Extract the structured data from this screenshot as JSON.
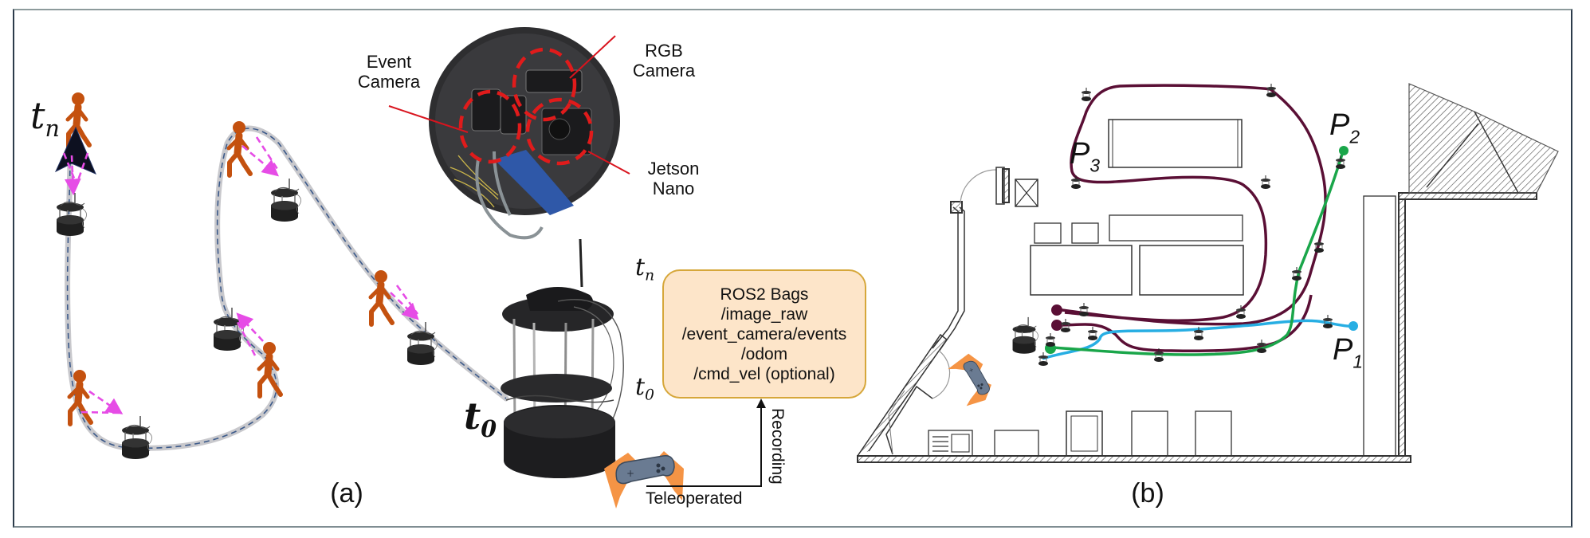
{
  "figure": {
    "panel_a": {
      "caption": "(a)",
      "time_start_label": "t",
      "time_start_sub": "0",
      "time_end_label": "t",
      "time_end_sub": "n",
      "callouts": {
        "event_camera": [
          "Event",
          "Camera"
        ],
        "rgb_camera": [
          "RGB",
          "Camera"
        ],
        "jetson_nano": [
          "Jetson",
          "Nano"
        ]
      },
      "rosbag_box": {
        "title": "ROS2 Bags",
        "topics": [
          "/image_raw",
          "/event_camera/events",
          "/odom",
          "/cmd_vel (optional)"
        ],
        "t_top": "t",
        "t_top_sub": "n",
        "t_bottom": "t",
        "t_bottom_sub": "0"
      },
      "flow": {
        "teleoperated_label": "Teleoperated",
        "recording_label": "Recording"
      }
    },
    "panel_b": {
      "caption": "(b)",
      "paths": [
        {
          "name": "P",
          "sub": "1",
          "color": "#27aee3"
        },
        {
          "name": "P",
          "sub": "2",
          "color": "#1aa64a"
        },
        {
          "name": "P",
          "sub": "3",
          "color": "#5a0f35"
        }
      ]
    },
    "colors": {
      "person": "#c4510f",
      "gaze_dash": "#e64ce6",
      "trajectory_fill": "#c8c8cc",
      "trajectory_dash": "#3c5a8a",
      "callout_line": "#d9141e",
      "controller_orange": "#f59445",
      "controller_body": "#6a7b92"
    }
  }
}
